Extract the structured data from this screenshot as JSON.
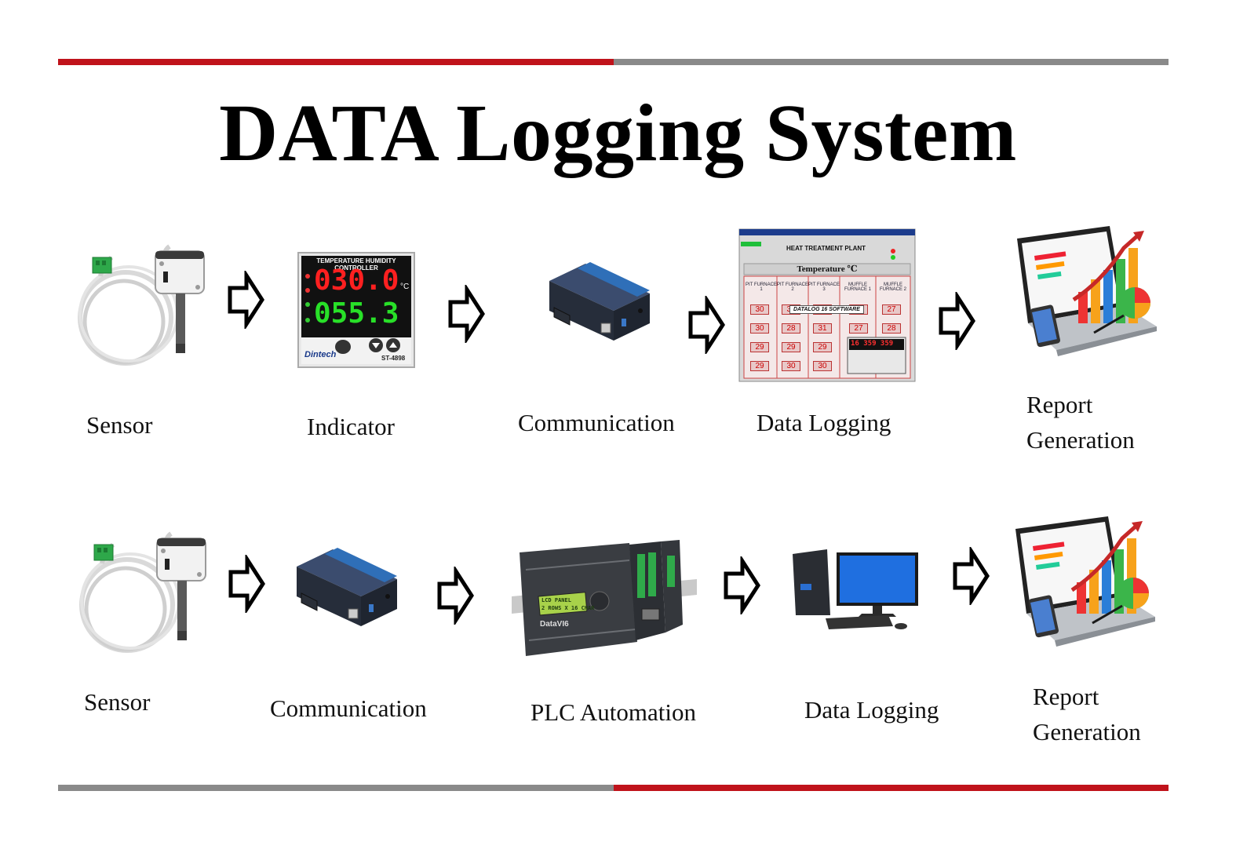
{
  "title": "DATA Logging System",
  "colors": {
    "accent_red": "#c0131b",
    "accent_gray": "#8a8a8a"
  },
  "row1": {
    "sensor_label": "Sensor",
    "indicator_label": "Indicator",
    "communication_label": "Communication",
    "data_logging_label": "Data Logging",
    "report_label_line1": "Report",
    "report_label_line2": "Generation"
  },
  "row2": {
    "sensor_label": "Sensor",
    "communication_label": "Communication",
    "plc_label": "PLC Automation",
    "data_logging_label": "Data Logging",
    "report_label_line1": "Report",
    "report_label_line2": "Generation"
  },
  "indicator_device": {
    "header": "TEMPERATURE HUMIDITY CONTROLLER",
    "temp_reading": "030.0",
    "temp_unit": "°C",
    "humidity_reading": "055.3",
    "brand": "Dintech",
    "model": "ST-4898"
  },
  "software_window": {
    "plant_title": "HEAT TREATMENT PLANT",
    "section": "Temperature ℃",
    "overlay": "DATALOG 16 SOFTWARE",
    "columns": [
      "PIT FURNACE 1",
      "PIT FURNACE 2",
      "PIT FURNACE 3",
      "MUFFLE FURNACE 1",
      "MUFFLE FURNACE 2"
    ],
    "row_values": [
      [
        "30",
        "30",
        "30",
        "27",
        "27"
      ],
      [
        "30",
        "28",
        "31",
        "27",
        "28"
      ],
      [
        "29",
        "29",
        "29"
      ],
      [
        "29",
        "30",
        "30"
      ]
    ],
    "clock": "16 359 359"
  },
  "plc_device": {
    "lcd_line1": "LCD PANEL",
    "lcd_line2": "2 ROWS X 16 CHAR",
    "brand": "DataVI6"
  }
}
